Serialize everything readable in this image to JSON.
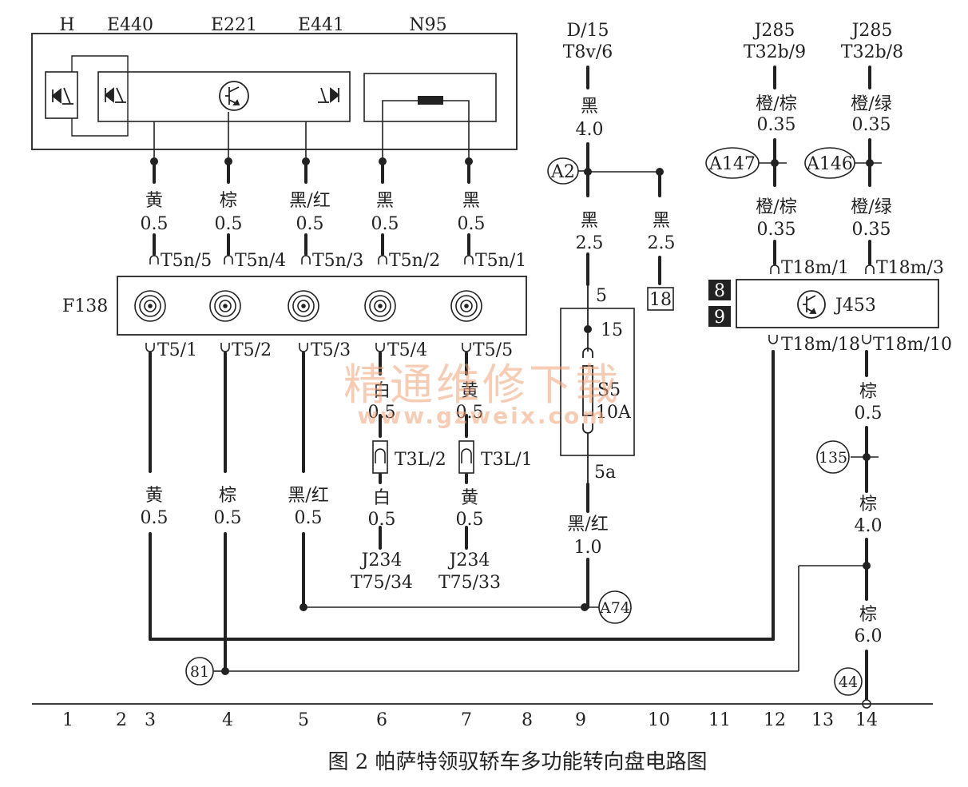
{
  "top_components": [
    {
      "id": "H",
      "label": "H"
    },
    {
      "id": "E440",
      "label": "E440"
    },
    {
      "id": "E221",
      "label": "E221"
    },
    {
      "id": "E441",
      "label": "E441"
    },
    {
      "id": "N95",
      "label": "N95"
    }
  ],
  "column_headers": {
    "d15": [
      "D/15",
      "T8v/6"
    ],
    "j285_9": [
      "J285",
      "T32b/9"
    ],
    "j285_8": [
      "J285",
      "T32b/8"
    ]
  },
  "left_wires_upper": [
    {
      "color": "黄",
      "gauge": "0.5",
      "conn_top": "T5n/5",
      "conn_bottom": "T5/1"
    },
    {
      "color": "棕",
      "gauge": "0.5",
      "conn_top": "T5n/4",
      "conn_bottom": "T5/2"
    },
    {
      "color": "黑/红",
      "gauge": "0.5",
      "conn_top": "T5n/3",
      "conn_bottom": "T5/3"
    },
    {
      "color": "黑",
      "gauge": "0.5",
      "conn_top": "T5n/2",
      "conn_bottom": "T5/4"
    },
    {
      "color": "黑",
      "gauge": "0.5",
      "conn_top": "T5n/1",
      "conn_bottom": "T5/5"
    }
  ],
  "f138_label": "F138",
  "mid_wires": [
    {
      "color": "白",
      "gauge": "0.5",
      "conn": "T3L/2",
      "color2": "白",
      "gauge2": "0.5",
      "dest": [
        "J234",
        "T75/34"
      ]
    },
    {
      "color": "黄",
      "gauge": "0.5",
      "conn": "T3L/1",
      "color2": "黄",
      "gauge2": "0.5",
      "dest": [
        "J234",
        "T75/33"
      ]
    }
  ],
  "left_wires_lower": [
    {
      "color": "黄",
      "gauge": "0.5"
    },
    {
      "color": "棕",
      "gauge": "0.5"
    },
    {
      "color": "黑/红",
      "gauge": "0.5"
    }
  ],
  "d15_column": {
    "w1_color": "黑",
    "w1_gauge": "4.0",
    "node": "A2",
    "w2_color": "黑",
    "w2_gauge": "2.5",
    "branch_color": "黑",
    "branch_gauge": "2.5",
    "branch_ref": "18",
    "fuse_top": "5",
    "fuse_15": "15",
    "fuse_name": "S5",
    "fuse_rating": "10A",
    "fuse_bottom": "5a",
    "w3_color": "黑/红",
    "w3_gauge": "1.0",
    "ground_node": "A74"
  },
  "right_columns": {
    "a147": {
      "color": "橙/棕",
      "gauge": "0.35",
      "node": "A147",
      "color2": "橙/棕",
      "gauge2": "0.35",
      "conn": "T18m/1"
    },
    "a146": {
      "color": "橙/绿",
      "gauge": "0.35",
      "node": "A146",
      "color2": "橙/绿",
      "gauge2": "0.35",
      "conn": "T18m/3"
    }
  },
  "j453": {
    "label": "J453",
    "tag1": "8",
    "tag2": "9",
    "conn_left": "T18m/18",
    "conn_right": "T18m/10"
  },
  "ground_column": {
    "w1_color": "棕",
    "w1_gauge": "0.5",
    "node": "135",
    "w2_color": "棕",
    "w2_gauge": "4.0",
    "w3_color": "棕",
    "w3_gauge": "6.0",
    "ground": "44"
  },
  "ground_81": "81",
  "grid_numbers": [
    "1",
    "2",
    "3",
    "4",
    "5",
    "6",
    "7",
    "8",
    "9",
    "10",
    "11",
    "12",
    "13",
    "14"
  ],
  "watermark": {
    "cn": "精通维修下载",
    "url": "www.gzweix.com"
  },
  "caption": "图 2   帕萨特领驭轿车多功能转向盘电路图"
}
